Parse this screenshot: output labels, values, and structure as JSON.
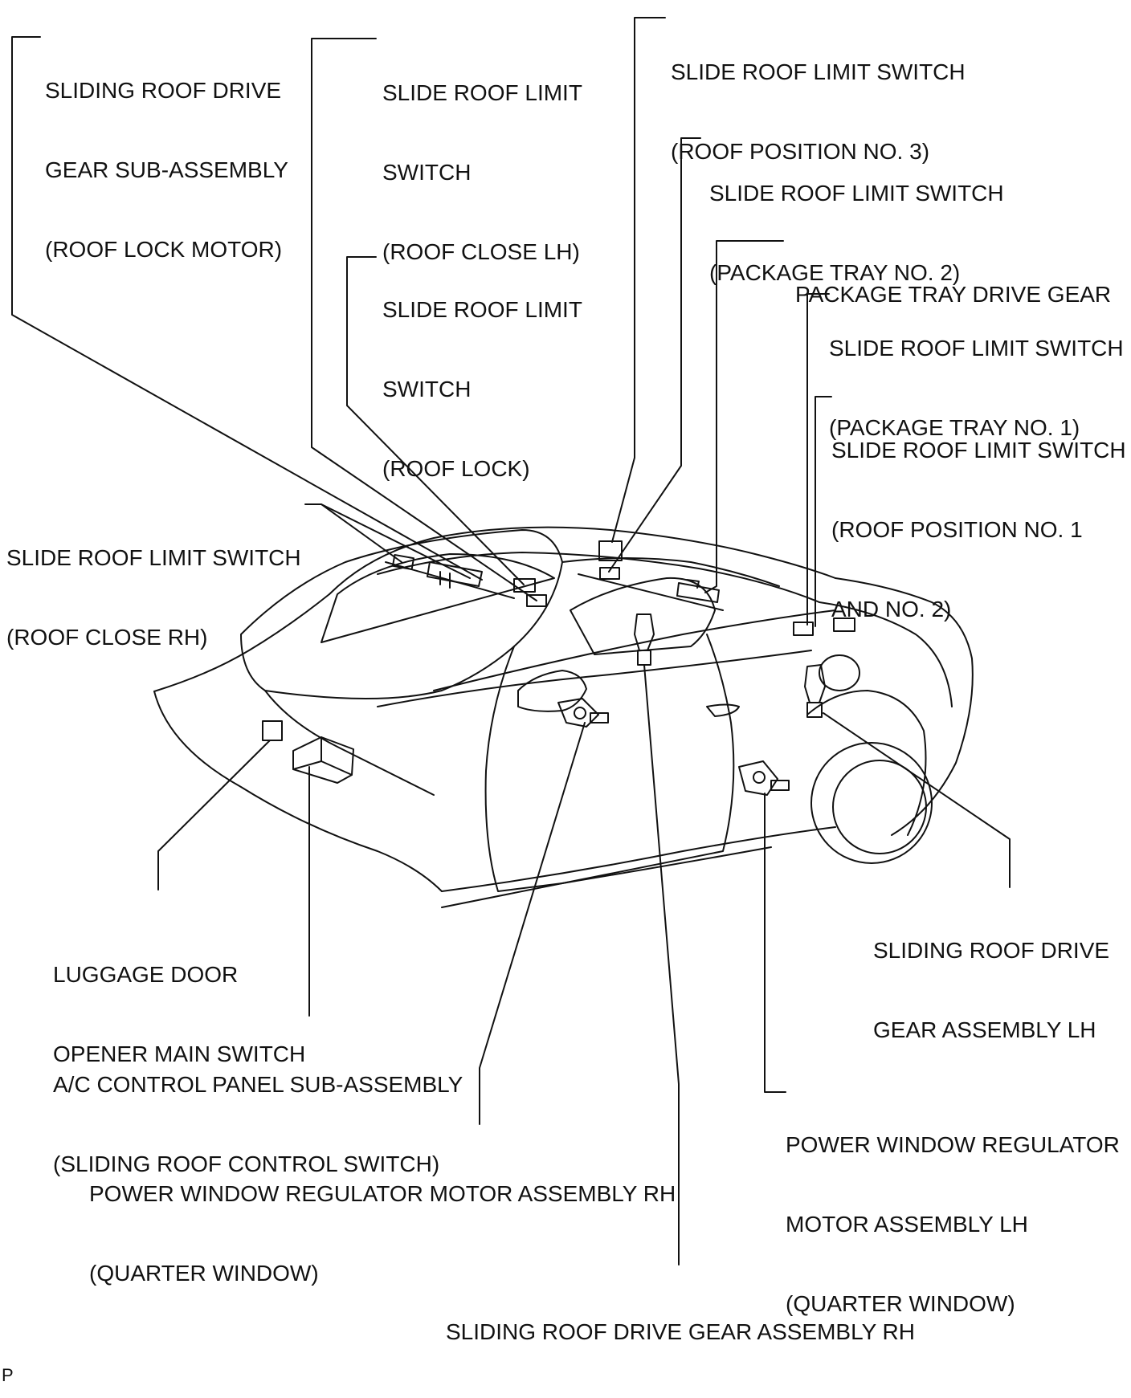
{
  "diagram": {
    "labels": [
      {
        "id": "roof-lock-motor",
        "lines": [
          "SLIDING ROOF DRIVE",
          "GEAR SUB-ASSEMBLY",
          "(ROOF LOCK MOTOR)"
        ]
      },
      {
        "id": "roof-close-lh",
        "lines": [
          "SLIDE ROOF LIMIT",
          "SWITCH",
          "(ROOF CLOSE LH)"
        ]
      },
      {
        "id": "roof-position-3",
        "lines": [
          "SLIDE ROOF LIMIT SWITCH",
          "(ROOF POSITION NO. 3)"
        ]
      },
      {
        "id": "package-tray-2",
        "lines": [
          "SLIDE ROOF LIMIT SWITCH",
          "(PACKAGE TRAY NO. 2)"
        ]
      },
      {
        "id": "package-tray-drive-gear",
        "lines": [
          "PACKAGE TRAY DRIVE GEAR"
        ]
      },
      {
        "id": "roof-lock-switch",
        "lines": [
          "SLIDE ROOF LIMIT",
          "SWITCH",
          "(ROOF LOCK)"
        ]
      },
      {
        "id": "package-tray-1",
        "lines": [
          "SLIDE ROOF LIMIT SWITCH",
          "(PACKAGE TRAY NO. 1)"
        ]
      },
      {
        "id": "roof-position-1-2",
        "lines": [
          "SLIDE ROOF LIMIT SWITCH",
          "(ROOF POSITION NO. 1",
          "AND NO. 2)"
        ]
      },
      {
        "id": "roof-close-rh",
        "lines": [
          "SLIDE ROOF LIMIT SWITCH",
          "(ROOF CLOSE RH)"
        ]
      },
      {
        "id": "luggage-door-opener",
        "lines": [
          "LUGGAGE DOOR",
          "OPENER MAIN SWITCH"
        ]
      },
      {
        "id": "ac-control-panel",
        "lines": [
          "A/C CONTROL PANEL SUB-ASSEMBLY",
          "(SLIDING ROOF CONTROL SWITCH)"
        ]
      },
      {
        "id": "window-motor-rh",
        "lines": [
          "POWER WINDOW REGULATOR MOTOR ASSEMBLY RH",
          "(QUARTER WINDOW)"
        ]
      },
      {
        "id": "drive-gear-rh",
        "lines": [
          "SLIDING ROOF DRIVE GEAR ASSEMBLY RH"
        ]
      },
      {
        "id": "drive-gear-lh",
        "lines": [
          "SLIDING ROOF DRIVE",
          "GEAR ASSEMBLY LH"
        ]
      },
      {
        "id": "window-motor-lh",
        "lines": [
          "POWER WINDOW REGULATOR",
          "MOTOR ASSEMBLY LH",
          "(QUARTER WINDOW)"
        ]
      }
    ],
    "reference_code": "P"
  }
}
